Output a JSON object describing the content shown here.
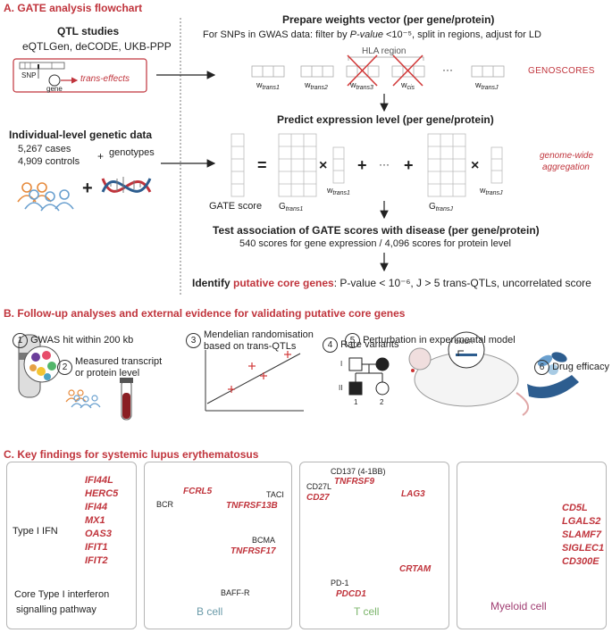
{
  "section_a": {
    "title": "A. GATE analysis flowchart",
    "qtl": {
      "heading": "QTL studies",
      "sources": "eQTLGen, deCODE, UKB-PPP",
      "snp_label": "SNP",
      "gene_label": "gene",
      "effect_label": "trans-effects"
    },
    "individual": {
      "heading": "Individual-level genetic data",
      "cases": "5,267 cases",
      "controls": "4,909 controls",
      "plus": "+",
      "genotypes": "genotypes"
    },
    "weights": {
      "heading": "Prepare weights vector (per gene/protein)",
      "desc_pre": "For SNPs in GWAS data: filter by ",
      "desc_italic": "P-value",
      "desc_post": " <10⁻⁵, split in regions, adjust for LD",
      "hla": "HLA region",
      "labels": [
        "w trans1",
        "w trans2",
        "w trans3",
        "w cis",
        "···",
        "w transJ"
      ],
      "w": "w",
      "subs": [
        "trans1",
        "trans2",
        "trans3",
        "cis",
        "transJ"
      ],
      "dots": "···",
      "tag": "GENOSCORES"
    },
    "predict": {
      "heading": "Predict expression level (per gene/protein)",
      "gate_score": "GATE score",
      "g": "G",
      "g_subs": [
        "trans1",
        "transJ"
      ],
      "w_subs": [
        "trans1",
        "transJ"
      ],
      "eq": "=",
      "times": "×",
      "plus": "+",
      "dots": "···",
      "tag_line1": "genome-wide",
      "tag_line2": "aggregation"
    },
    "test": {
      "heading": "Test association of GATE scores with disease (per gene/protein)",
      "desc": "540 scores for gene expression / 4,096 scores for protein level"
    },
    "identify": {
      "pre": "Identify ",
      "highlight": "putative core genes",
      "post": ": P-value < 10⁻⁶, J > 5 trans-QTLs, uncorrelated score"
    }
  },
  "section_b": {
    "title": "B. Follow-up analyses and external evidence for validating putative core genes",
    "items": [
      {
        "num": "1",
        "label": "GWAS hit within 200 kb"
      },
      {
        "num": "2",
        "label_line1": "Measured transcript",
        "label_line2": "or protein level"
      },
      {
        "num": "3",
        "label_line1": "Mendelian randomisation",
        "label_line2": "based on trans-QTLs"
      },
      {
        "num": "4",
        "label": "Rare variants"
      },
      {
        "num": "5",
        "label": "Perturbation in experimental model"
      },
      {
        "num": "6",
        "label": "Drug efficacy"
      }
    ],
    "pedigree": {
      "gen1": "I",
      "gen2": "II",
      "ind1": "1",
      "ind2": "2"
    },
    "onoff": "ON/OFF"
  },
  "section_c": {
    "title": "C. Key findings for systemic lupus erythematosus",
    "ifn_panel": {
      "genes": [
        "IFI44L",
        "HERC5",
        "IFI44",
        "MX1",
        "OAS3",
        "IFIT1",
        "IFIT2"
      ],
      "axis_label": "Type I IFN",
      "footer_line1": "Core Type I interferon",
      "footer_line2": "signalling pathway"
    },
    "b_cell": {
      "name": "B cell",
      "receptors": [
        {
          "protein": "BCR",
          "gene": "FCRL5"
        },
        {
          "protein": "TACI",
          "gene": "TNFRSF13B"
        },
        {
          "protein": "BCMA",
          "gene": "TNFRSF17"
        },
        {
          "protein": "BAFF-R",
          "gene": ""
        }
      ]
    },
    "t_cell": {
      "name": "T cell",
      "receptors": [
        {
          "protein": "CD137 (4-1BB)",
          "gene": "TNFRSF9"
        },
        {
          "protein": "CD27L",
          "gene": "CD27"
        },
        {
          "protein": "",
          "gene": "LAG3"
        },
        {
          "protein": "",
          "gene": "CRTAM"
        },
        {
          "protein": "PD-1",
          "gene": "PDCD1"
        }
      ]
    },
    "myeloid": {
      "name": "Myeloid cell",
      "genes": [
        "CD5L",
        "LGALS2",
        "SLAMF7",
        "SIGLEC1",
        "CD300E"
      ]
    }
  },
  "colors": {
    "accent_red": "#c0343c",
    "b_cell_fill": "#a9d4dc",
    "t_cell_fill": "#9cd38a",
    "myeloid_fill": "#c2508a"
  }
}
